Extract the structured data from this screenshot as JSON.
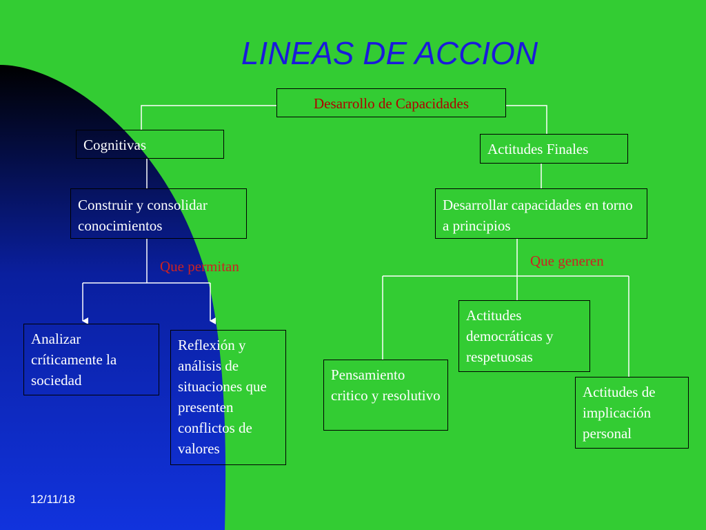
{
  "slide": {
    "title": "LINEAS DE ACCION",
    "date": "12/11/18"
  },
  "diagram": {
    "root": "Desarrollo de Capacidades",
    "left": {
      "category": "Cognitivas",
      "goal": "Construir y consolidar conocimientos",
      "connector": "Que permitan",
      "children": [
        "Analizar críticamente la sociedad",
        "Reflexión y análisis de situaciones que presenten conflictos de valores"
      ]
    },
    "right": {
      "category": "Actitudes Finales",
      "goal": "Desarrollar capacidades en torno a principios",
      "connector": "Que generen",
      "children": [
        "Pensamiento critico y resolutivo",
        "Actitudes democráticas y respetuosas",
        "Actitudes de implicación personal"
      ]
    }
  },
  "colors": {
    "background": "#33cc33",
    "shape_gradient_top": "#000000",
    "shape_gradient_bottom": "#1133dd",
    "title": "#1a1adb",
    "connector_text": "#cc2222",
    "root_text": "#b00000",
    "box_text": "#ffffff"
  }
}
